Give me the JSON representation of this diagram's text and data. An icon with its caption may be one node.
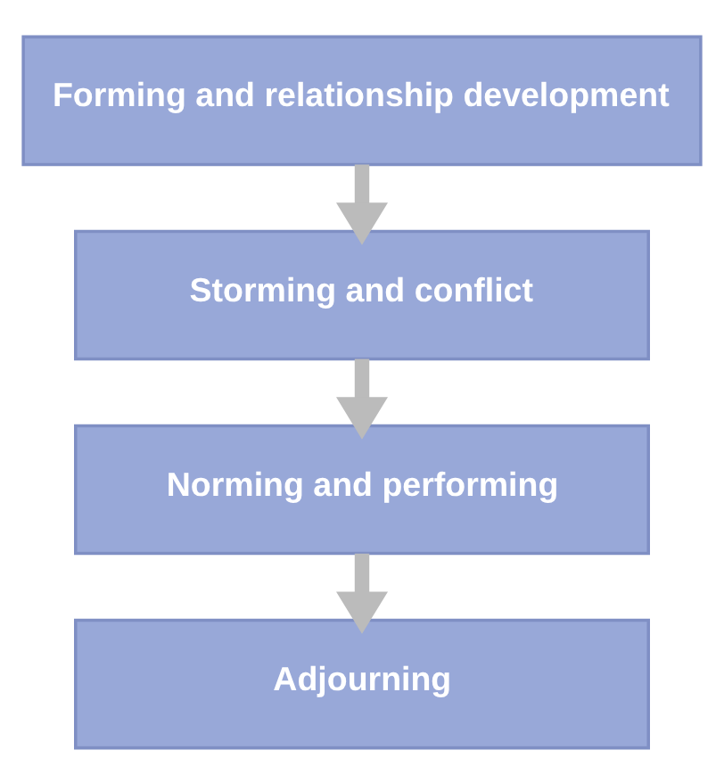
{
  "diagram": {
    "nodes": [
      {
        "text": [
          "Forming and relationship development"
        ]
      },
      {
        "text": [
          "Storming and conflict"
        ]
      },
      {
        "text": [
          "Norming and performing"
        ]
      },
      {
        "text": [
          "Adjourning"
        ]
      }
    ],
    "edges": [
      {
        "from": 0,
        "to": 1,
        "arrow": "to"
      },
      {
        "from": 1,
        "to": 2,
        "arrow": "to"
      },
      {
        "from": 2,
        "to": 3,
        "arrow": "to"
      }
    ]
  }
}
